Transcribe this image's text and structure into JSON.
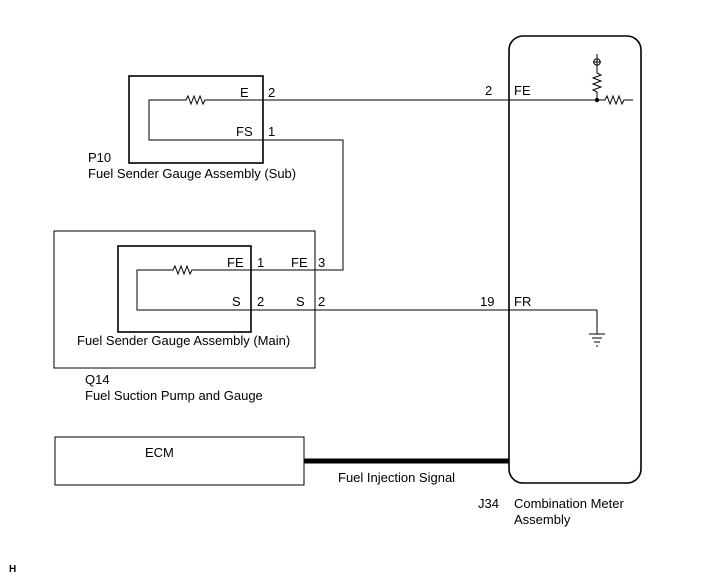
{
  "components": {
    "p10": {
      "code": "P10",
      "name": "Fuel Sender Gauge Assembly (Sub)",
      "pin_e": "E",
      "pin_e_no": "2",
      "pin_fs": "FS",
      "pin_fs_no": "1"
    },
    "q14": {
      "code": "Q14",
      "name": "Fuel Suction Pump and Gauge",
      "main_name": "Fuel Sender Gauge Assembly (Main)",
      "inner_fe": "FE",
      "inner_fe_no": "1",
      "inner_s": "S",
      "inner_s_no": "2",
      "outer_fe": "FE",
      "outer_fe_no": "3",
      "outer_s": "S",
      "outer_s_no": "2"
    },
    "j34": {
      "code": "J34",
      "name_line1": "Combination Meter",
      "name_line2": "Assembly",
      "pin_fe_no": "2",
      "pin_fe": "FE",
      "pin_fr_no": "19",
      "pin_fr": "FR"
    },
    "ecm": {
      "name": "ECM"
    }
  },
  "signals": {
    "fuel_injection": "Fuel Injection Signal"
  },
  "corner_mark": "H"
}
